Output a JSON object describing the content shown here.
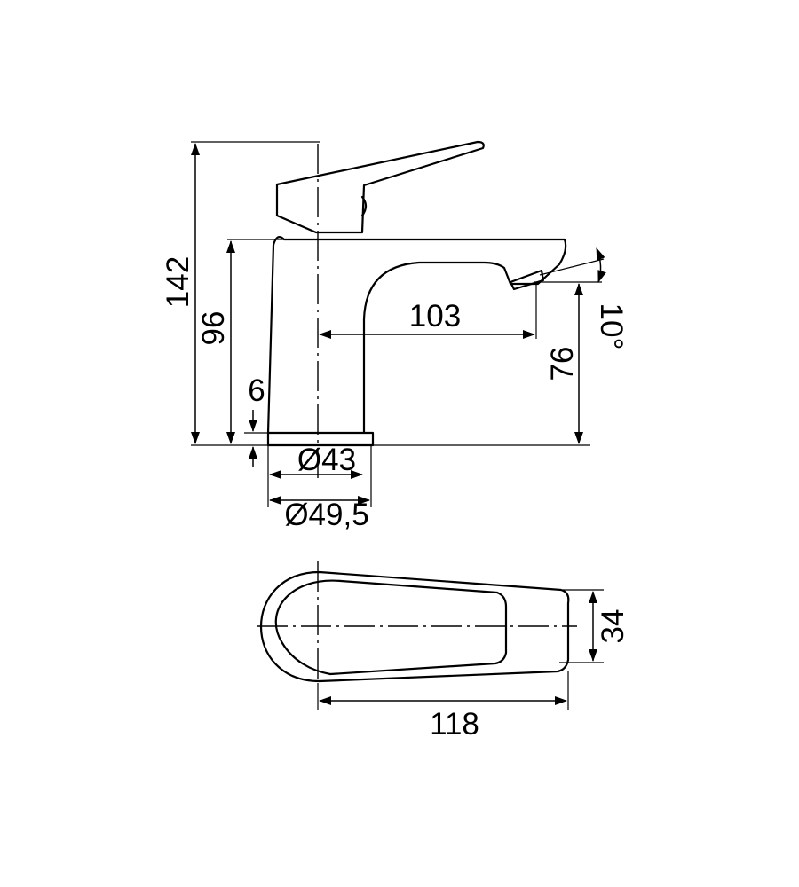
{
  "dimensions": {
    "total_height": "142",
    "body_height": "96",
    "base_height": "6",
    "spout_reach": "103",
    "spout_height": "76",
    "spout_angle": "10°",
    "base_inner_diameter": "Ø43",
    "base_outer_diameter": "Ø49,5",
    "top_length": "118",
    "top_width": "34"
  },
  "colors": {
    "line": "#000000",
    "background": "#ffffff"
  }
}
